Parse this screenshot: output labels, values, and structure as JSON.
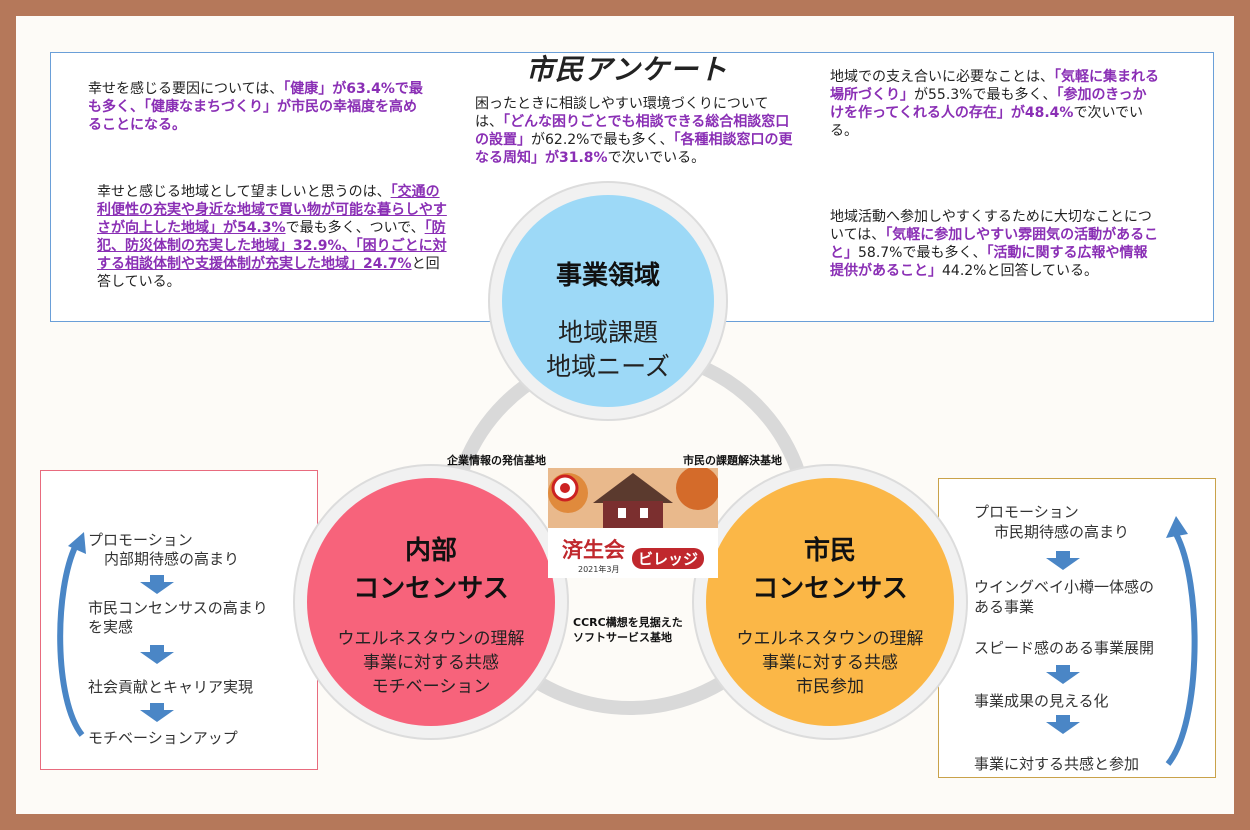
{
  "survey_title": "市民アンケート",
  "top_left_1": {
    "p1": "幸せを感じる要因については、",
    "h1": "「健康」が63.4%で最も多く、「健康なまちづくり」が市民の幸福度を高めることになる。"
  },
  "top_left_2": {
    "p1": "幸せと感じる地域として望ましいと思うのは、",
    "h1": "「交通の利便性の充実や身近な地域で買い物が可能な暮らしやすさが向上した地域」が54.3%",
    "p2": "で最も多く、ついで、",
    "h2": "「防犯、防災体制の充実した地域」32.9%、「困りごとに対する相談体制や支援体制が充実した地域」24.7%",
    "p3": "と回答している。"
  },
  "top_center": {
    "p1": "困ったときに相談しやすい環境づくりについては、",
    "h1": "「どんな困りごとでも相談できる総合相談窓口の設置」",
    "p2": "が62.2%で最も多く、",
    "h2": "「各種相談窓口の更なる周知」が31.8%",
    "p3": "で次いでいる。"
  },
  "top_right_1": {
    "p1": "地域での支え合いに必要なことは、",
    "h1": "「気軽に集まれる場所づくり」",
    "p2": "が55.3%で最も多く、",
    "h2": "「参加のきっかけを作ってくれる人の存在」が48.4%",
    "p3": "で次いでいる。"
  },
  "top_right_2": {
    "p1": "地域活動へ参加しやすくするために大切なことについては、",
    "h1": "「気軽に参加しやすい雰囲気の活動があること」",
    "p2": "58.7%で最も多く、",
    "h2": "「活動に関する広報や情報提供があること」",
    "p3": "44.2%と回答している。"
  },
  "circle_top": {
    "title": "事業領域",
    "line1": "地域課題",
    "line2": "地域ニーズ"
  },
  "circle_left": {
    "title1": "内部",
    "title2": "コンセンサス",
    "line1": "ウエルネスタウンの理解",
    "line2": "事業に対する共感",
    "line3": "モチベーション"
  },
  "circle_right": {
    "title1": "市民",
    "title2": "コンセンサス",
    "line1": "ウエルネスタウンの理解",
    "line2": "事業に対する共感",
    "line3": "市民参加"
  },
  "labels": {
    "left_base": "企業情報の発信基地",
    "right_base": "市民の課題解決基地",
    "bottom_base_1": "CCRC構想を見据えた",
    "bottom_base_2": "ソフトサービス基地"
  },
  "logo": {
    "name": "済生会",
    "sub": "ビレッジ",
    "date": "2021年3月"
  },
  "left_flow": [
    "プロモーション",
    "内部期待感の高まり",
    "市民コンセンサスの高まり",
    "を実感",
    "社会貢献とキャリア実現",
    "モチベーションアップ"
  ],
  "right_flow": [
    "プロモーション",
    "市民期待感の高まり",
    "ウイングベイ小樽一体感の",
    "ある事業",
    "スピード感のある事業展開",
    "事業成果の見える化",
    "事業に対する共感と参加"
  ],
  "colors": {
    "accent_purple": "#8a2fb5",
    "arrow_blue": "#4a86c6",
    "circle_top": "#9dd9f7",
    "circle_left": "#f7637b",
    "circle_right": "#fbb747"
  }
}
